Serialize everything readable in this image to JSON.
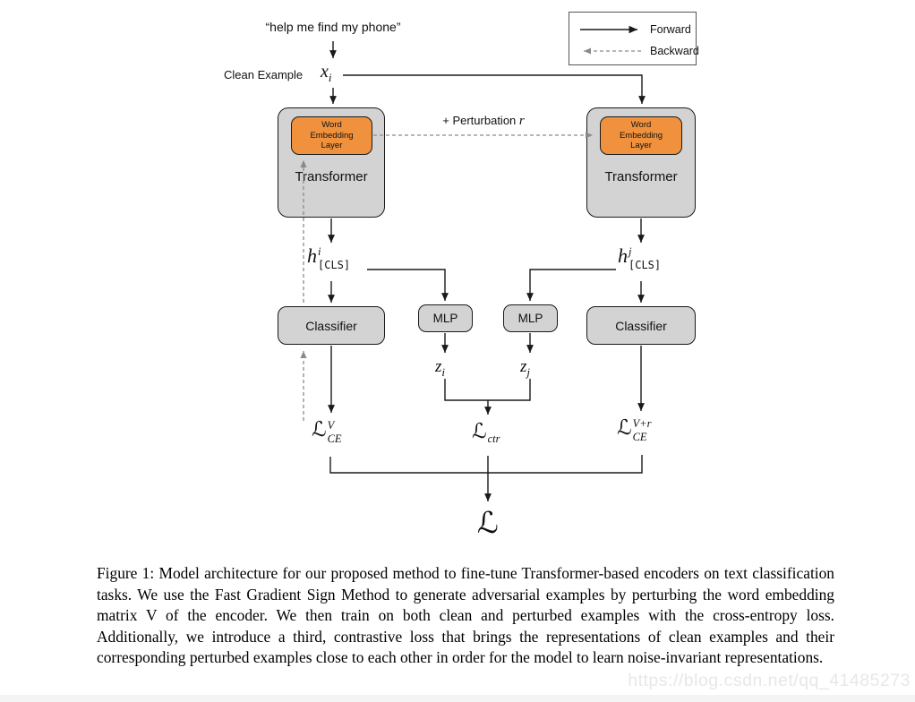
{
  "colors": {
    "box_gray": "#d3d3d3",
    "box_orange": "#f0913e",
    "line_black": "#1a1a1a",
    "line_gray": "#8a8a8a",
    "watermark_gray": "#e7e7e7"
  },
  "legend": {
    "forward_label": "Forward",
    "backward_label": "Backward"
  },
  "top": {
    "quote": "“help me find my phone”",
    "clean_example_label": "Clean Example",
    "x": {
      "base": "x",
      "sub": "i"
    },
    "perturbation_prefix": "+ Perturbation",
    "perturbation_var": "r"
  },
  "left_branch": {
    "embedding_label": "Word Embedding Layer",
    "transformer_label": "Transformer",
    "hidden": {
      "base": "h",
      "sup": "i",
      "sub": "[CLS]"
    },
    "classifier_label": "Classifier",
    "mlp_label": "MLP",
    "z": {
      "base": "z",
      "sub": "i"
    },
    "loss": {
      "base": "ℒ",
      "sup": "V",
      "sub": "CE"
    }
  },
  "right_branch": {
    "embedding_label": "Word Embedding Layer",
    "transformer_label": "Transformer",
    "hidden": {
      "base": "h",
      "sup": "j",
      "sub": "[CLS]"
    },
    "classifier_label": "Classifier",
    "mlp_label": "MLP",
    "z": {
      "base": "z",
      "sub": "j"
    },
    "loss": {
      "base": "ℒ",
      "sup": "V+r",
      "sub": "CE"
    }
  },
  "center": {
    "contrastive_loss": {
      "base": "ℒ",
      "sub": "ctr"
    },
    "total_loss": "ℒ"
  },
  "caption": {
    "text": "Figure 1: Model architecture for our proposed method to fine-tune Transformer-based encoders on text classification tasks. We use the Fast Gradient Sign Method to generate adversarial examples by perturbing the word embedding matrix V of the encoder. We then train on both clean and perturbed examples with the cross-entropy loss. Additionally, we introduce a third, contrastive loss that brings the representations of clean examples and their corresponding perturbed examples close to each other in order for the model to learn noise-invariant representations."
  },
  "watermark": "https://blog.csdn.net/qq_41485273"
}
